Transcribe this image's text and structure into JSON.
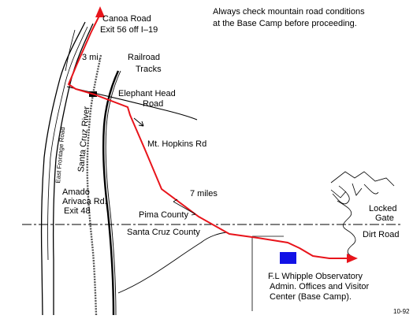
{
  "note": {
    "line1": "Always check mountain road conditions",
    "line2": "at the Base Camp before proceeding."
  },
  "labels": {
    "canoa_road": "Canoa Road",
    "exit_56": "Exit 56 off I–19",
    "distance_3mi": "3 mi.",
    "railroad_1": "Railroad",
    "railroad_2": "Tracks",
    "elephant_head_1": "Elephant Head",
    "elephant_head_2": "Road",
    "santa_cruz_river": "Santa Cruz River",
    "east_frontage_road": "East Frontage Road",
    "mt_hopkins_rd": "Mt. Hopkins Rd",
    "distance_7mi": "7 miles",
    "amado_1": "Amado",
    "amado_2": "Arivaca Rd.",
    "amado_3": "Exit 48",
    "pima_county": "Pima County",
    "santa_cruz_county": "Santa Cruz County",
    "locked_gate_1": "Locked",
    "locked_gate_2": "Gate",
    "dirt_road": "Dirt Road",
    "whipple_1": "F.L Whipple Observatory",
    "whipple_2": "Admin. Offices and Visitor",
    "whipple_3": "Center (Base Camp).",
    "date_code": "10-92"
  },
  "colors": {
    "route": "#e8141b",
    "base_camp": "#1212e6",
    "ink": "#000000"
  }
}
